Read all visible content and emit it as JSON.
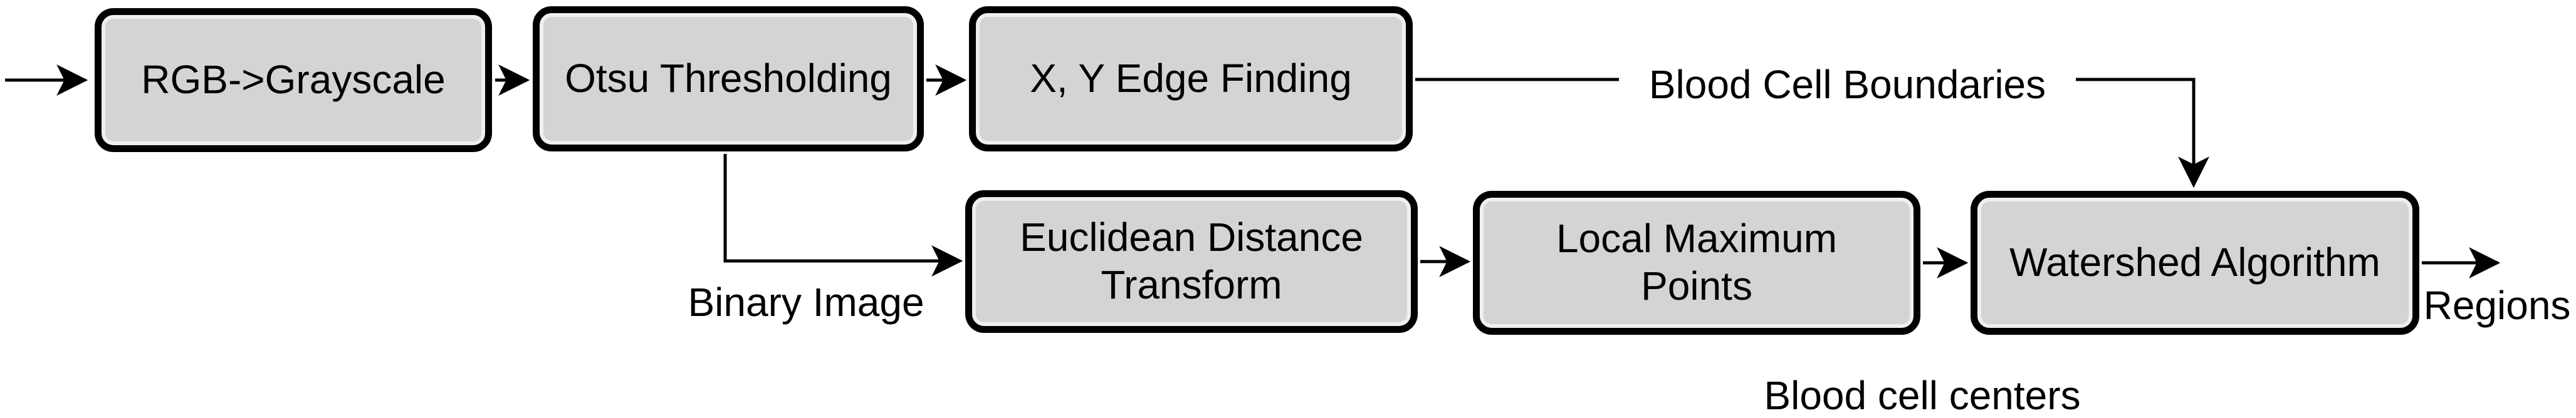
{
  "diagram": {
    "description": "Blood cell segmentation image-processing pipeline flowchart",
    "nodes": [
      {
        "id": "rgb2gray",
        "label": "RGB->Grayscale"
      },
      {
        "id": "otsu",
        "label": "Otsu Thresholding"
      },
      {
        "id": "edgefind",
        "label": "X, Y Edge Finding"
      },
      {
        "id": "edt",
        "label": "Euclidean Distance\nTransform"
      },
      {
        "id": "localmax",
        "label": "Local Maximum\nPoints"
      },
      {
        "id": "watershed",
        "label": "Watershed Algorithm"
      }
    ],
    "edge_labels": {
      "blood_cell_boundaries": "Blood Cell Boundaries",
      "binary_image": "Binary Image",
      "regions": "Regions",
      "blood_cell_centers": "Blood cell centers"
    },
    "edges": [
      {
        "from": "input",
        "to": "rgb2gray",
        "label_key": ""
      },
      {
        "from": "rgb2gray",
        "to": "otsu",
        "label_key": ""
      },
      {
        "from": "otsu",
        "to": "edgefind",
        "label_key": ""
      },
      {
        "from": "edgefind",
        "to": "watershed",
        "label_key": "blood_cell_boundaries"
      },
      {
        "from": "otsu",
        "to": "edt",
        "label_key": "binary_image"
      },
      {
        "from": "edt",
        "to": "localmax",
        "label_key": ""
      },
      {
        "from": "localmax",
        "to": "watershed",
        "label_key": "blood_cell_centers"
      },
      {
        "from": "watershed",
        "to": "output",
        "label_key": "regions"
      }
    ],
    "colors": {
      "node_fill": "#d4d4d4",
      "node_border": "#000000",
      "connector": "#000000",
      "text": "#000000",
      "background": "#ffffff"
    }
  }
}
